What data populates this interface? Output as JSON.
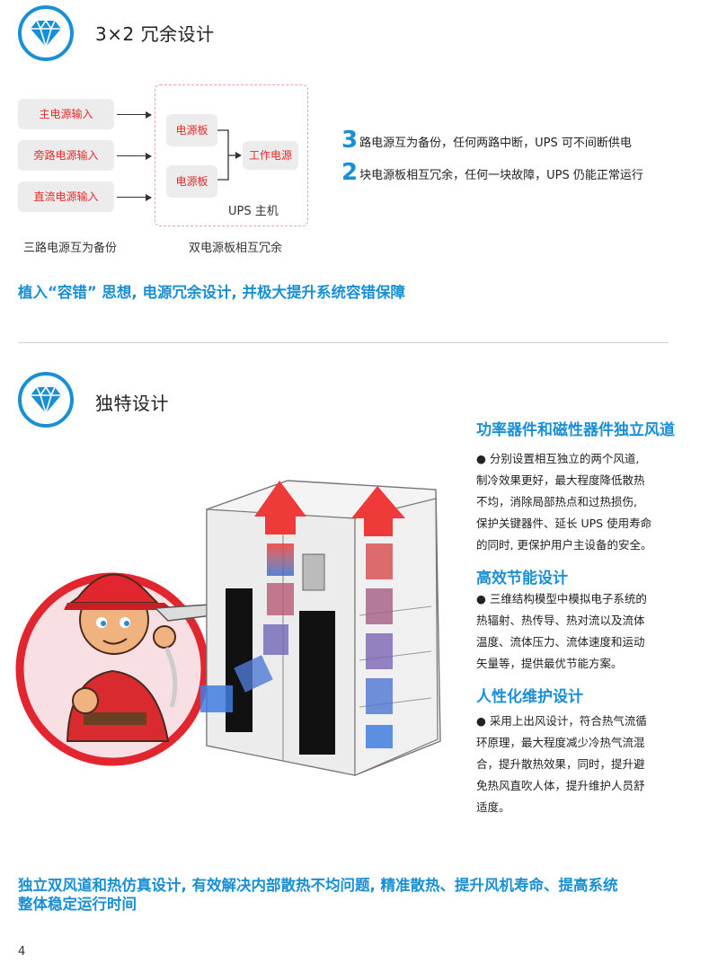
{
  "section1": {
    "title": "3×2 冗余设计",
    "inputs": [
      "主电源输入",
      "旁路电源输入",
      "直流电源输入"
    ],
    "boards": [
      "电源板",
      "电源板"
    ],
    "work_power": "工作电源",
    "ups_host": "UPS 主机",
    "caption_left": "三路电源互为备份",
    "caption_right": "双电源板相互冗余",
    "points": [
      {
        "num": "3",
        "text": "路电源互为备份，任何两路中断，UPS 可不间断供电"
      },
      {
        "num": "2",
        "text": "块电源板相互冗余，任何一块故障，UPS 仍能正常运行"
      }
    ],
    "summary": "植入“容错” 思想, 电源冗余设计, 并极大提升系统容错保障"
  },
  "section2": {
    "title": "独特设计",
    "features": [
      {
        "title": "功率器件和磁性器件独立风道",
        "lines": [
          "● 分别设置相互独立的两个风道,",
          "制冷效果更好，最大程度降低散热",
          "不均，消除局部热点和过热损伤,",
          "保护关键器件、延长 UPS 使用寿命",
          "的同时, 更保护用户主设备的安全。"
        ]
      },
      {
        "title": "高效节能设计",
        "lines": [
          "● 三维结构模型中模拟电子系统的",
          "热辐射、热传导、热对流以及流体",
          "温度、流体压力、流体速度和运动",
          "矢量等，提供最优节能方案。"
        ]
      },
      {
        "title": "人性化维护设计",
        "lines": [
          "● 采用上出风设计，符合热气流循",
          "环原理，最大程度减少冷热气流混",
          "合，提升散热效果，同时，提升避",
          "免热风直吹人体，提升维护人员舒",
          "适度。"
        ]
      }
    ],
    "summary_lines": [
      "独立双风道和热仿真设计, 有效解决内部散热不均问题, 精准散热、提升风机寿命、提高系统",
      "整体稳定运行时间"
    ]
  },
  "page_number": "4",
  "colors": {
    "accent": "#1a8fd4",
    "red": "#e32b2b"
  },
  "icons": [
    "diamond-icon",
    "diamond-icon"
  ]
}
